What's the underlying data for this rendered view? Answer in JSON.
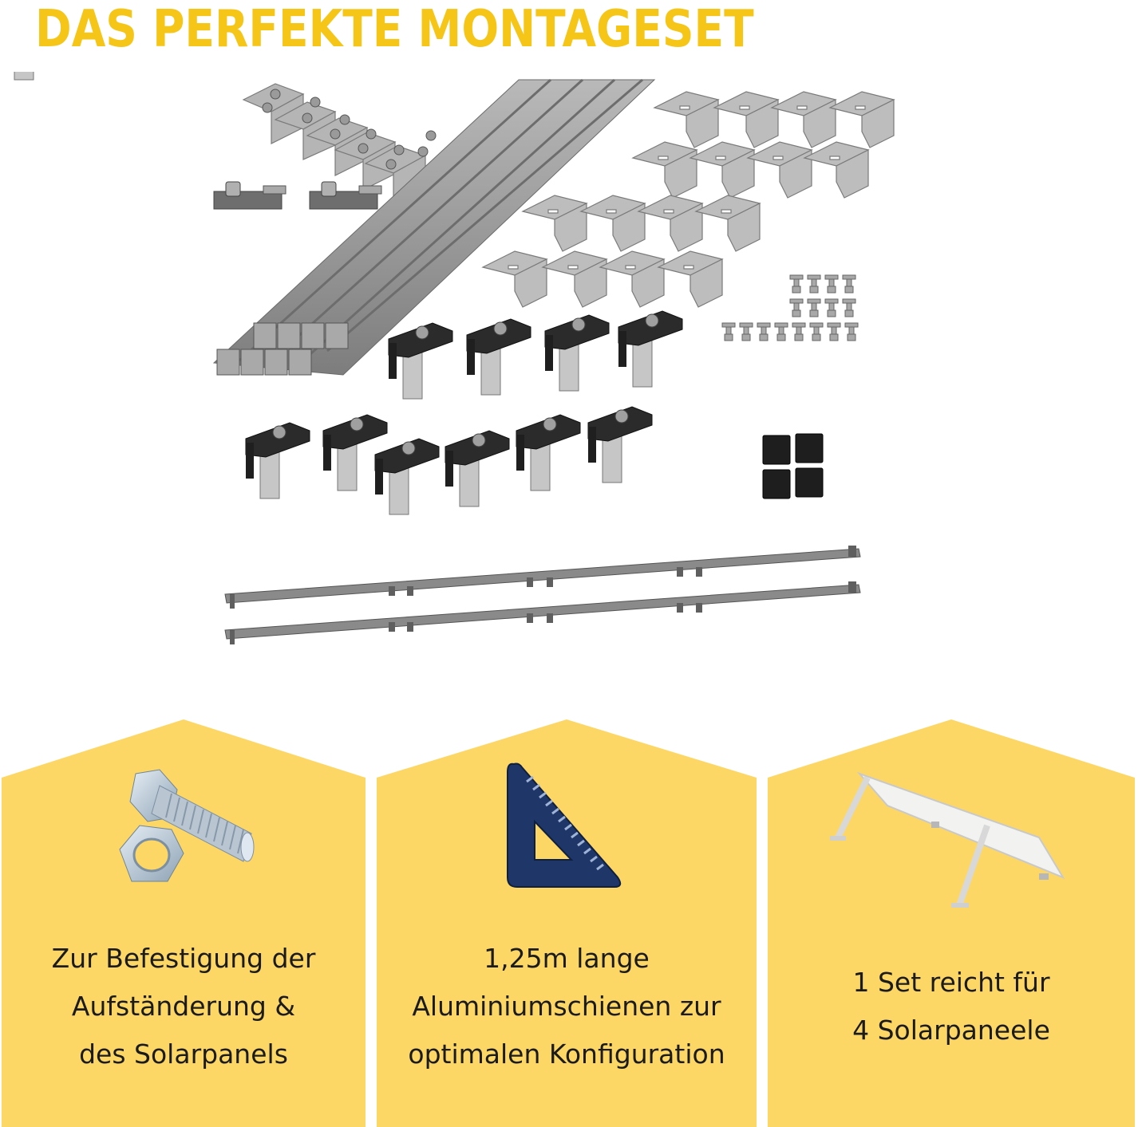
{
  "header": {
    "title": "DAS PERFEKTE MONTAGESET",
    "title_color": "#F5C518"
  },
  "product_image": {
    "description": "Montageset Teile",
    "parts": [
      {
        "name": "mittelklemmen-verbinder",
        "count": 6
      },
      {
        "name": "schienenverbinder",
        "count": 2
      },
      {
        "name": "aluminiumschienen",
        "count": 8
      },
      {
        "name": "dachhaken-winkel",
        "count": 16
      },
      {
        "name": "t-kopf-schrauben",
        "count": 16
      },
      {
        "name": "endklemmen-schwarz",
        "count": 10
      },
      {
        "name": "endkappen",
        "count": 4
      },
      {
        "name": "aufstaenderung-schienen",
        "count": 2
      }
    ]
  },
  "colors": {
    "panel_yellow": "#FDD766",
    "text_dark": "#1b1b1b"
  },
  "features": [
    {
      "icon": "bolt-nut-icon",
      "lines": [
        "Zur Befestigung der",
        "Aufständerung &",
        "des Solarpanels"
      ]
    },
    {
      "icon": "triangle-ruler-icon",
      "lines": [
        "1,25m lange",
        "Aluminiumschienen zur",
        "optimalen Konfiguration"
      ]
    },
    {
      "icon": "solar-panel-stand-icon",
      "lines": [
        "1 Set reicht für",
        "4 Solarpaneele"
      ]
    }
  ]
}
